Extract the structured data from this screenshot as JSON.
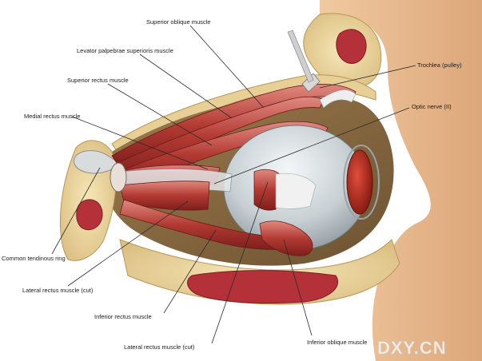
{
  "labels": {
    "superior_oblique": "Superior oblique muscle",
    "levator": "Levator palpebrae superioris muscle",
    "superior_rectus": "Superior rectus muscle",
    "medial_rectus": "Medial rectus muscle",
    "trochlea": "Trochlea (pulley)",
    "optic_nerve": "Optic nerve (II)",
    "common_ring": "Common tendinous ring",
    "lateral_rectus_cut": "Lateral rectus muscle (cut)",
    "inferior_rectus": "Inferior rectus muscle",
    "lateral_rectus_cut_2": "Lateral rectus muscle (cut)",
    "inferior_oblique": "Inferior oblique muscle"
  },
  "watermark": "DXY.CN"
}
